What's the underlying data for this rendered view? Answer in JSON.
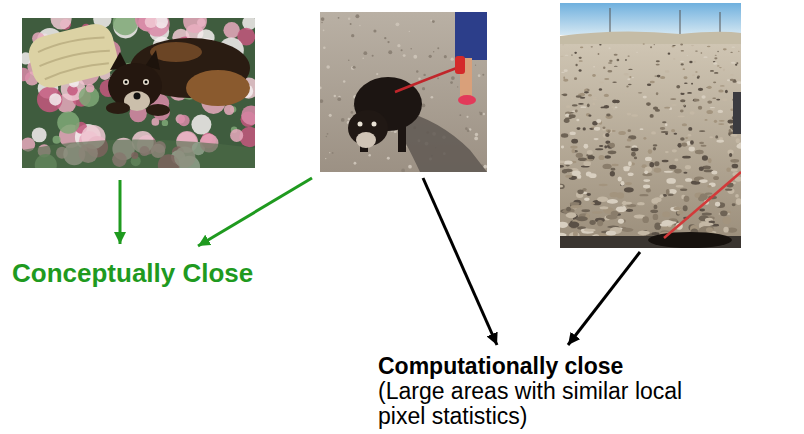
{
  "diagram": {
    "labels": [
      "Conceptually Close",
      "Computationally close",
      "(Large areas with similar local pixel statistics)"
    ]
  }
}
